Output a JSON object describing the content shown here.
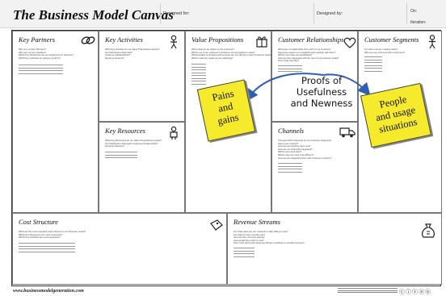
{
  "header": {
    "title": "The Business Model Canvas",
    "designed_for_label": "Designed for:",
    "designed_by_label": "Designed by:",
    "on_label": "On:",
    "iteration_label": "Iteration:"
  },
  "blocks": {
    "key_partners": {
      "heading": "Key Partners",
      "questions": [
        "Who are our Key Partners?",
        "Who are our key suppliers?",
        "Which Key Resources are we acquiring from partners?",
        "Which Key Activities do partners perform?"
      ],
      "icon": "chain-link-icon"
    },
    "key_activities": {
      "heading": "Key Activities",
      "questions": [
        "What Key Activities do our Value Propositions require?",
        "Our Distribution Channels?",
        "Customer Relationships?",
        "Revenue streams?"
      ],
      "icon": "worker-icon"
    },
    "key_resources": {
      "heading": "Key Resources",
      "questions": [
        "What Key Resources do our Value Propositions require?",
        "Our Distribution Channels? Customer Relationships?",
        "Revenue Streams?"
      ],
      "icon": "factory-worker-icon"
    },
    "value_propositions": {
      "heading": "Value Propositions",
      "questions": [
        "What value do we deliver to the customer?",
        "Which one of our customer's problems are we helping to solve?",
        "What bundles of products and services are we offering to each Customer Segment?",
        "Which customer needs are we satisfying?"
      ],
      "icon": "gift-icon"
    },
    "customer_relationships": {
      "heading": "Customer Relationships",
      "questions": [
        "What type of relationship does each of our Customer",
        "Segments expect us to establish and maintain with them?",
        "Which ones have we established?",
        "How are they integrated with the rest of our business model?",
        "How costly are they?"
      ],
      "icon": "heart-icon"
    },
    "channels": {
      "heading": "Channels",
      "questions": [
        "Through which Channels do our Customer Segments",
        "want to be reached?",
        "How are we reaching them now?",
        "How are our Channels integrated?",
        "Which ones work best?",
        "Which ones are most cost-efficient?",
        "How are we integrating them with customer routines?"
      ],
      "icon": "truck-icon"
    },
    "customer_segments": {
      "heading": "Customer Segments",
      "questions": [
        "For whom are we creating value?",
        "Who are our most important customers?"
      ],
      "icon": "person-icon"
    },
    "cost_structure": {
      "heading": "Cost Structure",
      "questions": [
        "What are the most important costs inherent in our business model?",
        "Which Key Resources are most expensive?",
        "Which Key Activities are most expensive?"
      ],
      "icon": "price-tag-icon"
    },
    "revenue_streams": {
      "heading": "Revenue Streams",
      "questions": [
        "For what value are our customers really willing to pay?",
        "For what do they currently pay?",
        "How are they currently paying?",
        "How would they prefer to pay?",
        "How much does each Revenue Stream contribute to overall revenues?"
      ],
      "icon": "money-bag-icon"
    }
  },
  "notes": {
    "pains_gains": [
      "Pains",
      "and",
      "gains"
    ],
    "people_usage": [
      "People",
      "and usage",
      "situations"
    ],
    "callout": [
      "Proofs of",
      "Usefulness",
      "and Newness"
    ]
  },
  "footer": {
    "url": "www.businessmodelgeneration.com",
    "license_icons": "ⓒⓘⓢⓐⓞ"
  },
  "colors": {
    "note_yellow": "#f5ea2c",
    "arrow_blue": "#2f5fb3"
  }
}
